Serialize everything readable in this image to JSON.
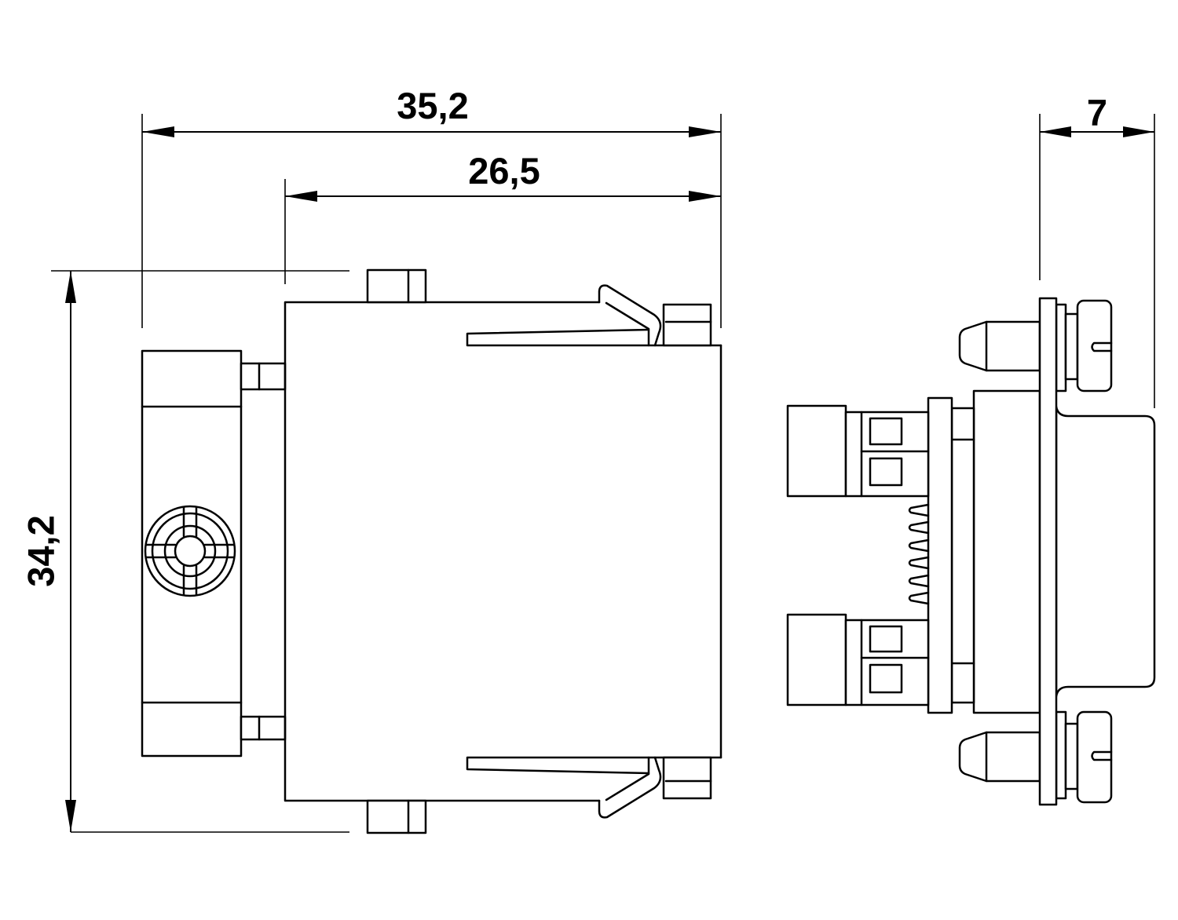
{
  "dimensions": {
    "overall_length": "35,2",
    "body_length": "26,5",
    "depth": "7",
    "height": "34,2"
  }
}
